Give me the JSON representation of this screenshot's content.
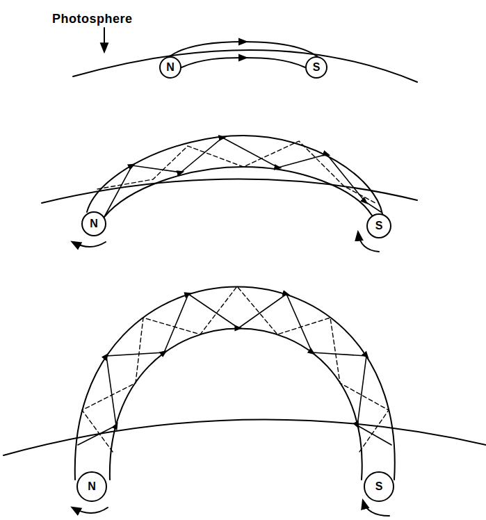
{
  "diagram": {
    "nodes": [
      {
        "text": [
          "N"
        ]
      },
      {
        "text": [
          "S"
        ]
      },
      {
        "text": [
          "N"
        ]
      },
      {
        "text": [
          "S"
        ]
      },
      {
        "text": [
          "N"
        ]
      },
      {
        "text": [
          "S"
        ]
      }
    ],
    "labels": [
      "Photosphere"
    ]
  }
}
